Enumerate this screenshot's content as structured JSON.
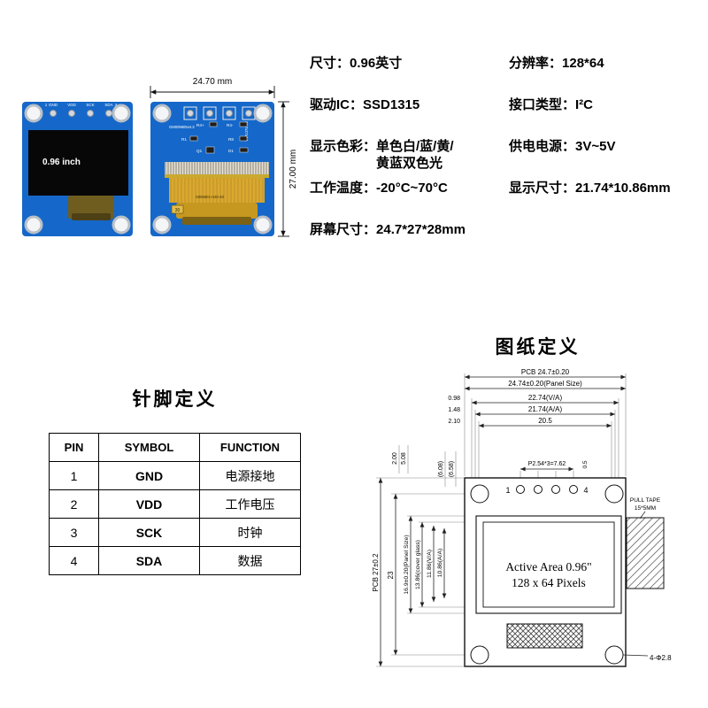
{
  "product": {
    "dim_width": "24.70 mm",
    "dim_height": "27.00 mm",
    "front": {
      "screen_label": "0.96 inch",
      "pin_num_first": "1",
      "pin_num_last": "4",
      "pin_labels": [
        "GND",
        "VDD",
        "SCK",
        "SDA"
      ]
    },
    "back": {
      "silk_model": "GM009605v4.3",
      "silk_size": "24.7x27x4.1",
      "components": [
        "R4+",
        "R4-",
        "R1",
        "R8",
        "Q1",
        "D1"
      ],
      "flex_code": "S096601-H30-40",
      "flex_num": "30"
    }
  },
  "specs": {
    "col1": [
      {
        "label": "尺寸：",
        "value": "0.96英寸"
      },
      {
        "label": "驱动IC：",
        "value": "SSD1315"
      },
      {
        "label": "显示色彩：",
        "value": "单色白/蓝/黄/\n黄蓝双色光"
      },
      {
        "label": "工作温度：",
        "value": "-20°C~70°C"
      },
      {
        "label": "屏幕尺寸：",
        "value": "24.7*27*28mm"
      }
    ],
    "col2": [
      {
        "label": "分辨率：",
        "value": "128*64"
      },
      {
        "label": "接口类型：",
        "value": "I²C"
      },
      {
        "label": "供电电源：",
        "value": "3V~5V"
      },
      {
        "label": "显示尺寸：",
        "value": "21.74*10.86mm"
      }
    ]
  },
  "pin_table": {
    "title": "针脚定义",
    "headers": [
      "PIN",
      "SYMBOL",
      "FUNCTION"
    ],
    "rows": [
      [
        "1",
        "GND",
        "电源接地"
      ],
      [
        "2",
        "VDD",
        "工作电压"
      ],
      [
        "3",
        "SCK",
        "时钟"
      ],
      [
        "4",
        "SDA",
        "数据"
      ]
    ]
  },
  "drawing": {
    "title": "图纸定义",
    "top_dims": [
      "PCB 24.7±0.20",
      "24.74±0.20(Panel Size)",
      "22.74(V/A)",
      "21.74(A/A)",
      "20.5"
    ],
    "top_left_dims": [
      "0.98",
      "1.48",
      "2.10"
    ],
    "upper_left_dims": [
      "2.00",
      "5.08",
      "(6.08)",
      "(6.58)"
    ],
    "pin_pitch": "P2.54*3=7.62",
    "pin_dia": "0.5",
    "pin_first": "1",
    "pin_last": "4",
    "side_dims": [
      "PCB 27±0.2",
      "23",
      "16.9±0.20(Panel Size)",
      "13.86(cover glass)",
      "11.86(V/A)",
      "10.86(A/A)"
    ],
    "active_line1": "Active Area 0.96\"",
    "active_line2": "128 x 64 Pixels",
    "pull_tape": [
      "PULL TAPE",
      "15*5MM"
    ],
    "hole_spec": "4-Φ2.8"
  }
}
